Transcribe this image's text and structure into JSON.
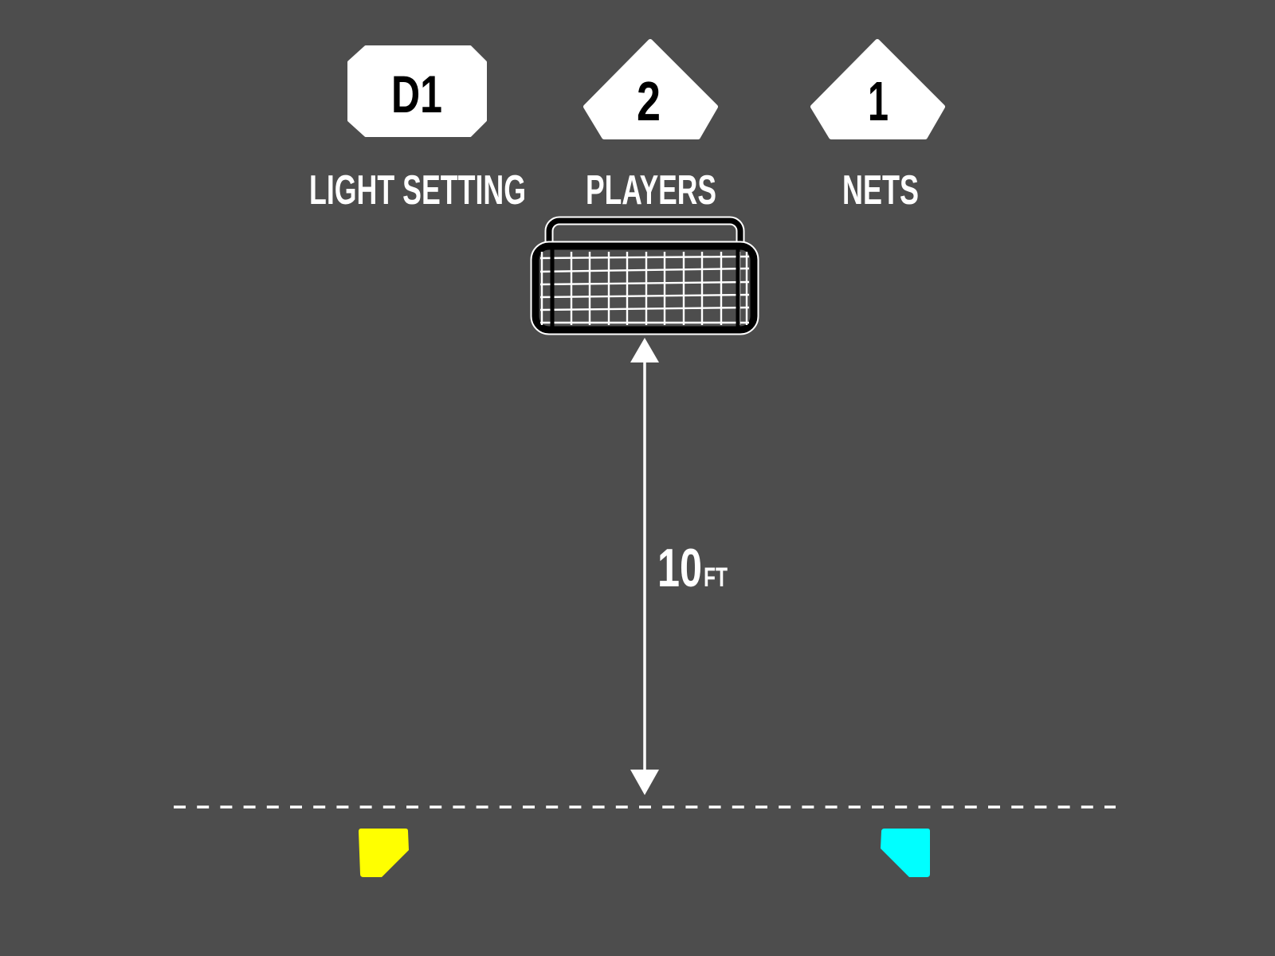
{
  "background_color": "#4d4d4d",
  "header": {
    "items": [
      {
        "id": "light-setting",
        "badge": "D1",
        "label": "LIGHT SETTING",
        "shape": "octagon-rect"
      },
      {
        "id": "players",
        "badge": "2",
        "label": "PLAYERS",
        "shape": "pentagon"
      },
      {
        "id": "nets",
        "badge": "1",
        "label": "NETS",
        "shape": "pentagon"
      }
    ]
  },
  "field": {
    "net": {
      "icon": "soccer-net-icon",
      "fill": "#4d4d4d",
      "stroke": "#000000",
      "mesh": "#ffffff"
    },
    "distance": {
      "value": "10",
      "unit": "FT",
      "arrow": "double-headed-vertical-arrow"
    },
    "line": {
      "style": "dashed",
      "color": "#ffffff"
    },
    "cones": [
      {
        "id": "yellow-marker",
        "color": "#ffff00"
      },
      {
        "id": "cyan-marker",
        "color": "#00ffff"
      }
    ]
  }
}
